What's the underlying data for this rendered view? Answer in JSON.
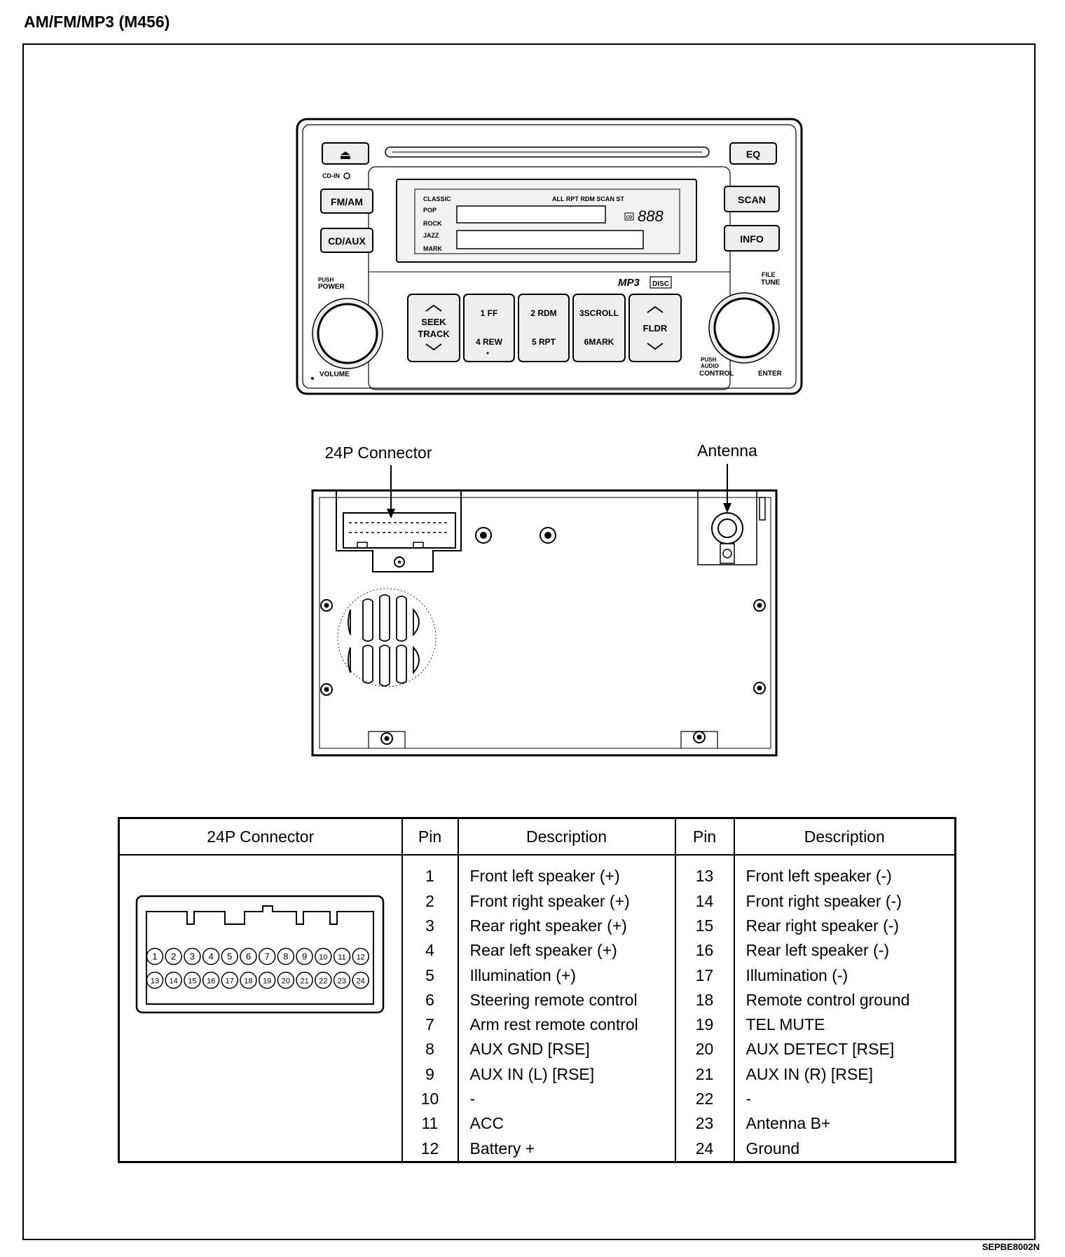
{
  "page": {
    "title": "AM/FM/MP3 (M456)",
    "code": "SEPBE8002N"
  },
  "head_unit": {
    "buttons": {
      "eject": "⏏",
      "eq": "EQ",
      "cd_in": "CD-IN",
      "fm_am": "FM/AM",
      "cd_aux": "CD/AUX",
      "scan": "SCAN",
      "info": "INFO",
      "seek_track": [
        "SEEK",
        "TRACK"
      ],
      "preset_1": "1 FF",
      "preset_2": "2 RDM",
      "preset_3": "3SCROLL",
      "preset_4": "4 REW",
      "preset_5": "5 RPT",
      "preset_6": "6MARK",
      "fldr": "FLDR"
    },
    "labels": {
      "push_power": [
        "PUSH",
        "POWER"
      ],
      "volume": "VOLUME",
      "file_tune": [
        "FILE",
        "TUNE"
      ],
      "push_audio_control": [
        "PUSH",
        "AUDIO",
        "CONTROL"
      ],
      "enter": "ENTER",
      "mp3_logo": "MP3",
      "disc_logo": "DISC"
    },
    "display": {
      "eq_modes": [
        "CLASSIC",
        "POP",
        "ROCK",
        "JAZZ",
        "MARK"
      ],
      "indicators": "ALL RPT RDM SCAN ST",
      "digits": "888",
      "cd_icon": "CD"
    }
  },
  "rear_view": {
    "connector_label": "24P Connector",
    "antenna_label": "Antenna"
  },
  "pin_table": {
    "headers": {
      "connector": "24P Connector",
      "pin": "Pin",
      "description": "Description"
    },
    "connector_pins_top": [
      "1",
      "2",
      "3",
      "4",
      "5",
      "6",
      "7",
      "8",
      "9",
      "10",
      "11",
      "12"
    ],
    "connector_pins_bottom": [
      "13",
      "14",
      "15",
      "16",
      "17",
      "18",
      "19",
      "20",
      "21",
      "22",
      "23",
      "24"
    ],
    "rows": [
      {
        "pin_a": "1",
        "desc_a": "Front left speaker (+)",
        "pin_b": "13",
        "desc_b": "Front left speaker (-)"
      },
      {
        "pin_a": "2",
        "desc_a": "Front right speaker (+)",
        "pin_b": "14",
        "desc_b": "Front right speaker (-)"
      },
      {
        "pin_a": "3",
        "desc_a": "Rear right speaker (+)",
        "pin_b": "15",
        "desc_b": "Rear right speaker (-)"
      },
      {
        "pin_a": "4",
        "desc_a": "Rear left speaker (+)",
        "pin_b": "16",
        "desc_b": "Rear left speaker (-)"
      },
      {
        "pin_a": "5",
        "desc_a": "Illumination (+)",
        "pin_b": "17",
        "desc_b": "Illumination (-)"
      },
      {
        "pin_a": "6",
        "desc_a": "Steering remote control",
        "pin_b": "18",
        "desc_b": "Remote control ground"
      },
      {
        "pin_a": "7",
        "desc_a": "Arm rest remote control",
        "pin_b": "19",
        "desc_b": "TEL MUTE"
      },
      {
        "pin_a": "8",
        "desc_a": "AUX GND [RSE]",
        "pin_b": "20",
        "desc_b": "AUX DETECT [RSE]"
      },
      {
        "pin_a": "9",
        "desc_a": "AUX IN (L) [RSE]",
        "pin_b": "21",
        "desc_b": "AUX IN (R) [RSE]"
      },
      {
        "pin_a": "10",
        "desc_a": "-",
        "pin_b": "22",
        "desc_b": "-"
      },
      {
        "pin_a": "11",
        "desc_a": "ACC",
        "pin_b": "23",
        "desc_b": "Antenna B+"
      },
      {
        "pin_a": "12",
        "desc_a": "Battery +",
        "pin_b": "24",
        "desc_b": "Ground"
      }
    ]
  }
}
